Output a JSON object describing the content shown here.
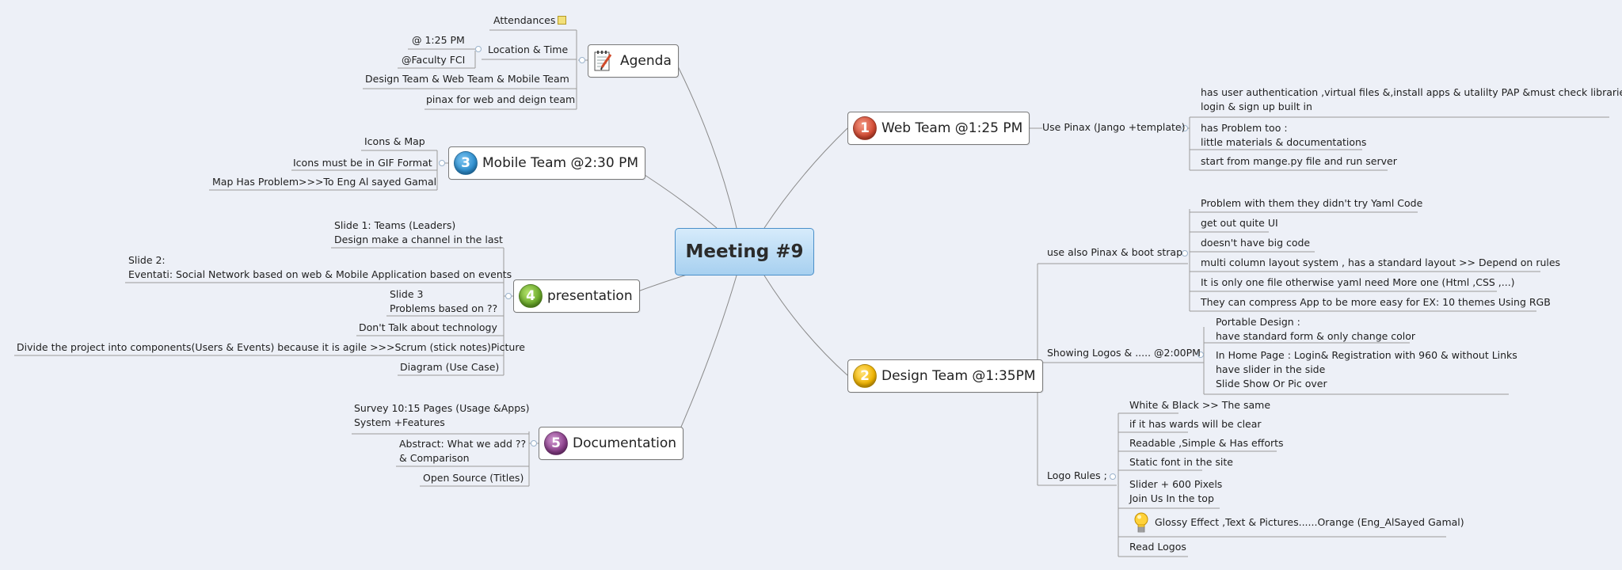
{
  "center": {
    "title": "Meeting #9"
  },
  "colors": {
    "web": "#d24a33",
    "design": "#f0b400",
    "mobile": "#2f8fcf",
    "presentation": "#69a82a",
    "documentation": "#8a3f8a"
  },
  "agenda": {
    "title": "Agenda",
    "icon": "notepad-icon",
    "attendances": "Attendances",
    "location_time": "Location & Time",
    "time": "@ 1:25 PM",
    "place": "@Faculty FCI",
    "teams": "Design Team & Web Team & Mobile Team",
    "pinax": "pinax for web and deign team"
  },
  "mobile": {
    "number": "3",
    "title": "Mobile Team  @2:30 PM",
    "items": [
      "Icons & Map",
      "Icons must be in GIF Format",
      "Map Has Problem>>>To Eng Al sayed Gamal"
    ]
  },
  "presentation": {
    "number": "4",
    "title": "presentation",
    "slide1_l1": "Slide 1: Teams (Leaders)",
    "slide1_l2": "Design make a channel in the last",
    "slide2_l1": "Slide 2:",
    "slide2_l2": "Eventati: Social Network based on web & Mobile Application based on events",
    "slide3_l1": "Slide 3",
    "slide3_l2": "Problems based on ??",
    "tech": "Don't Talk about technology",
    "divide": "Divide the project into components(Users & Events) because it is agile  >>>Scrum (stick notes)Picture",
    "diagram": "Diagram (Use Case)"
  },
  "documentation": {
    "number": "5",
    "title": "Documentation",
    "survey_l1": "Survey 10:15 Pages (Usage &Apps)",
    "survey_l2": "System +Features",
    "abstract_l1": "Abstract: What we add ??",
    "abstract_l2": "& Comparison",
    "open_source": "Open Source (Titles)"
  },
  "web": {
    "number": "1",
    "title": "Web Team @1:25  PM",
    "use_pinax": "Use Pinax (Jango +template)",
    "auth_l1": "has user authentication ,virtual files &,install apps & utalilty PAP  &must check libraries",
    "auth_l2": "login & sign up built in",
    "problem_l1": "has Problem too :",
    "problem_l2": "little materials  & documentations",
    "start": "start from mange.py file and run server"
  },
  "design": {
    "number": "2",
    "title": "Design Team @1:35PM",
    "use_also": "use also Pinax & boot strap",
    "bs_items": [
      "Problem with them they didn't try Yaml Code",
      "get out quite UI",
      "doesn't have  big code",
      "multi column layout system , has a standard layout >> Depend on rules",
      "It is only one file otherwise yaml need More one (Html ,CSS ,...)",
      "They can compress App to be more easy for EX: 10 themes Using RGB"
    ],
    "showing_logos": "Showing Logos & ..... @2:00PM",
    "portable_l1": "Portable Design :",
    "portable_l2": "have standard form & only change color",
    "home_l1": "In Home Page : Login& Registration with 960 & without Links",
    "home_l2": "have slider in the side",
    "home_l3": "Slide Show Or Pic over",
    "logo_rules": "Logo Rules ;",
    "rules": [
      "White & Black >> The same",
      "if it has wards will be clear",
      "Readable ,Simple & Has efforts",
      "Static font in the site"
    ],
    "slider_l1": "Slider + 600 Pixels",
    "slider_l2": "Join Us In the  top",
    "glossy": "Glossy Effect ,Text & Pictures......Orange (Eng_AlSayed Gamal)",
    "read_logos": "Read Logos"
  }
}
